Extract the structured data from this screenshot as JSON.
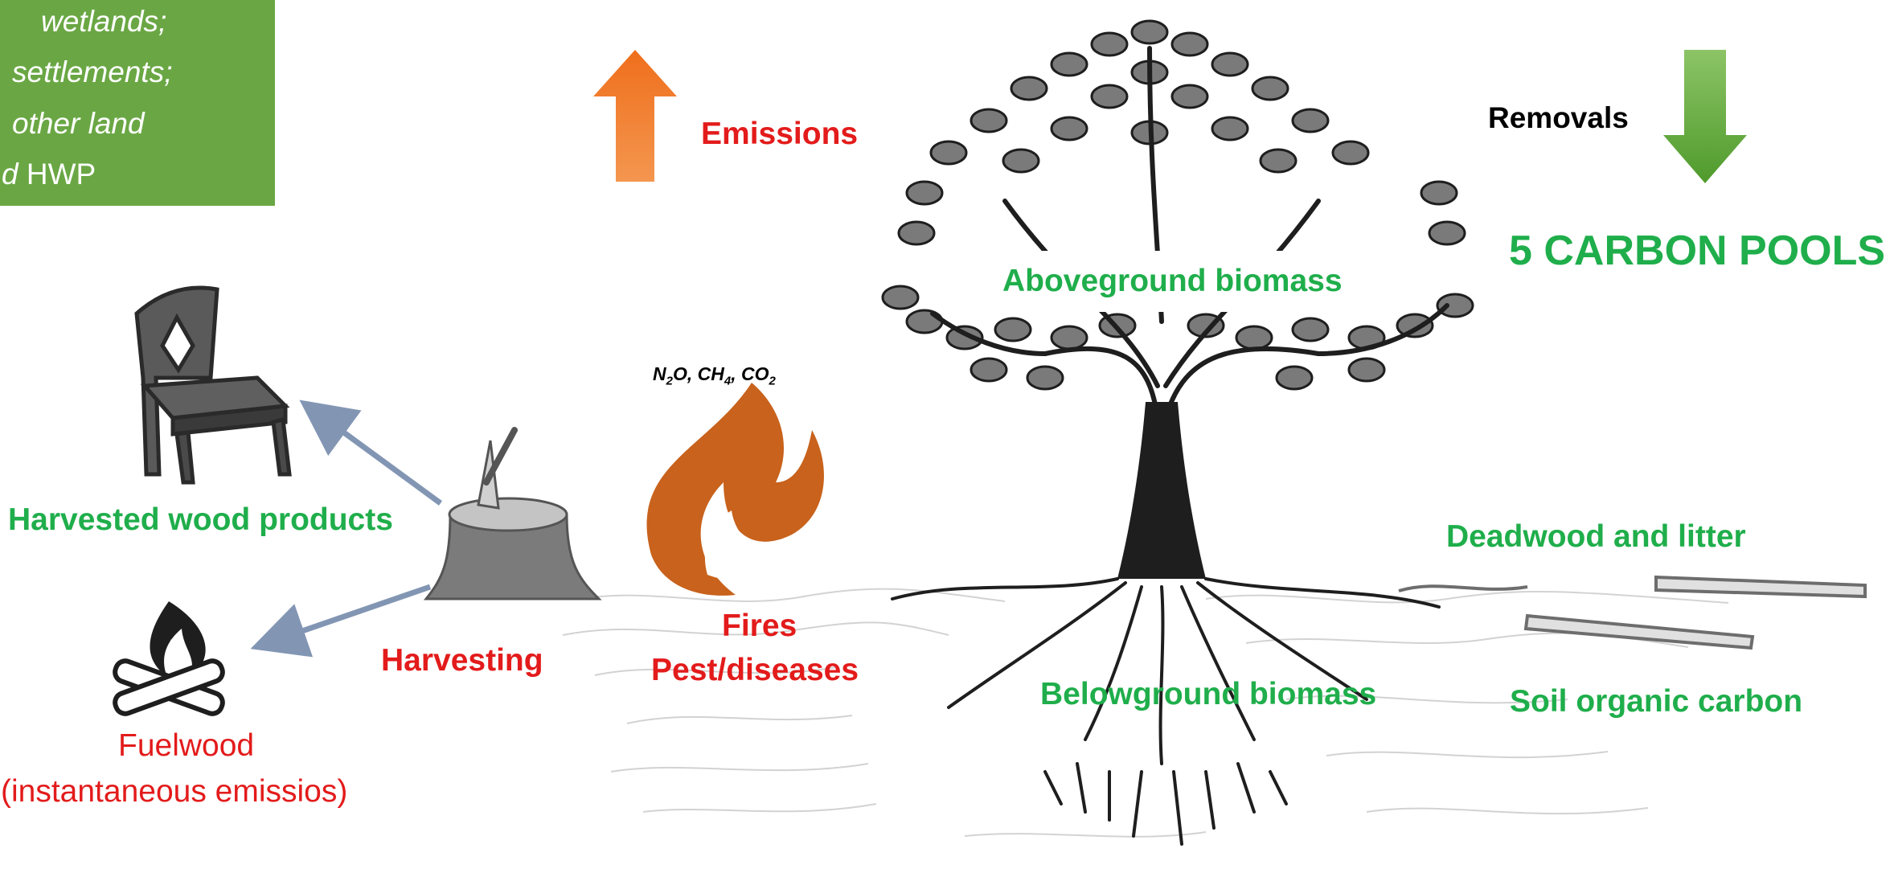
{
  "land_box": {
    "line1": "wetlands;",
    "line2": "settlements;",
    "line3": "other land",
    "line4_italic": "d",
    "line4": " HWP",
    "color": "#6aa744"
  },
  "labels": {
    "emissions": "Emissions",
    "removals": "Removals",
    "five_pools": "5 CARBON POOLS",
    "aboveground": "Aboveground  biomass",
    "belowground": "Belowground biomass",
    "deadwood": "Deadwood and litter",
    "soil": "Soil organic carbon",
    "hwp": "Harvested wood products",
    "harvesting": "Harvesting",
    "fires": "Fires",
    "pests": "Pest/diseases",
    "fuelwood": "Fuelwood",
    "fuelwood_note": "(instantaneous emissios)"
  },
  "gases": {
    "n2o_a": "N",
    "n2o_sub": "2",
    "n2o_b": "O, ",
    "ch4_a": "CH",
    "ch4_sub": "4",
    "ch4_b": ", ",
    "co2_a": "CO",
    "co2_sub": "2"
  },
  "colors": {
    "pool_green": "#1fae4b",
    "emission_red": "#e31b1b",
    "emission_arrow": "#ef7d2c",
    "removal_arrow": "#5aa83a",
    "flow_arrow": "#8296b4",
    "fire": "#c8621c",
    "tree": "#1e1e1e",
    "leaf": "#7a7a7a"
  },
  "icons": [
    "chair-icon",
    "campfire-icon",
    "stump-axe-icon",
    "fire-icon",
    "tree-icon",
    "deadwood-icon",
    "emission-arrow-icon",
    "removal-arrow-icon"
  ]
}
